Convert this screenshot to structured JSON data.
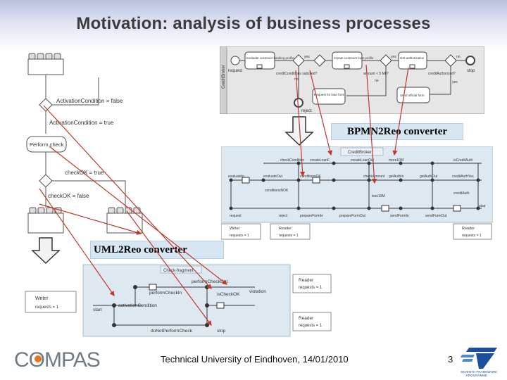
{
  "slide": {
    "title": "Motivation: analysis of business processes",
    "footer": "Technical University of Eindhoven, 14/01/2010",
    "page_number": "3"
  },
  "uml_activity": {
    "activation_false": "ActivationCondition = false",
    "activation_true": "ActivationCondition = true",
    "perform_check": "Perform check",
    "check_ok_true": "checkOK = true",
    "check_ok_false": "checkOK = false"
  },
  "bpmn_process": {
    "lane_name": "CreditBroker",
    "task_evaluate": "Evaluate customer banking profile",
    "task_create": "Create customer loan profile",
    "task_get": "Get authorization",
    "task_request": "Request for loan form",
    "task_send": "Send official form",
    "event_request": "request",
    "event_reject": "reject",
    "event_stop": "stop",
    "flow_credit_cond": "creditConditions satisfied?",
    "flow_amount": "amount < 5 Mil?",
    "flow_credit_auth": "creditAuthorized?",
    "flow_yes": "yes",
    "flow_no": "no"
  },
  "bpmn_converter": {
    "label": "BPMN2Reo converter"
  },
  "reo_bpmn": {
    "box_title": "CreditBroker",
    "top_labels": [
      "checkCondition",
      "createLoanF",
      "createLoanOut",
      "more10M",
      "isCreditAuth"
    ],
    "mid_labels": [
      "evaluateIn",
      "evaluateOut",
      "conditionsOK",
      "checkAmount",
      "getAuthIn",
      "getAuthOut",
      "creditAuthYes"
    ],
    "low_labels": [
      "conditionsNOK",
      "less10M",
      "creditAuth"
    ],
    "bottom_labels": [
      "request",
      "reject",
      "prepareFormIn",
      "prepareFormOut",
      "sendFormIn",
      "sendFormOut",
      "stop"
    ],
    "writer": "Writer",
    "writer_requests": "requests = 1",
    "reader1": "Reader",
    "reader1_requests": "requests = 1",
    "reader2": "Reader",
    "reader2_requests": "requests = 1"
  },
  "uml_converter": {
    "label": "UML2Reo converter"
  },
  "reo_uml": {
    "box_title": "Check-fragment",
    "writer": "Writer",
    "writer_requests": "requests = 1",
    "reader1": "Reader",
    "reader1_requests": "requests = 1",
    "reader2": "Reader",
    "reader2_requests": "requests = 1",
    "perform_check_out": "performCheckOut",
    "perform_check_in": "performCheckIn",
    "activation_condition": "activationCondition",
    "is_check_ok": "isCheckOK",
    "violation": "violation",
    "start": "start",
    "do_not_perform": "doNotPerformCheck",
    "stop": "stop"
  },
  "logos": {
    "compas": "COMPAS",
    "fp7_line1": "SEVENTH FRAMEWORK",
    "fp7_line2": "PROGRAMME"
  },
  "colors": {
    "title_band": "#b9c1e0",
    "converter_label": "#d6e6f2",
    "arrow_red": "#c0392b",
    "bpmn_bg": "#e6e6e6",
    "reo_bg": "#dde8f0"
  }
}
